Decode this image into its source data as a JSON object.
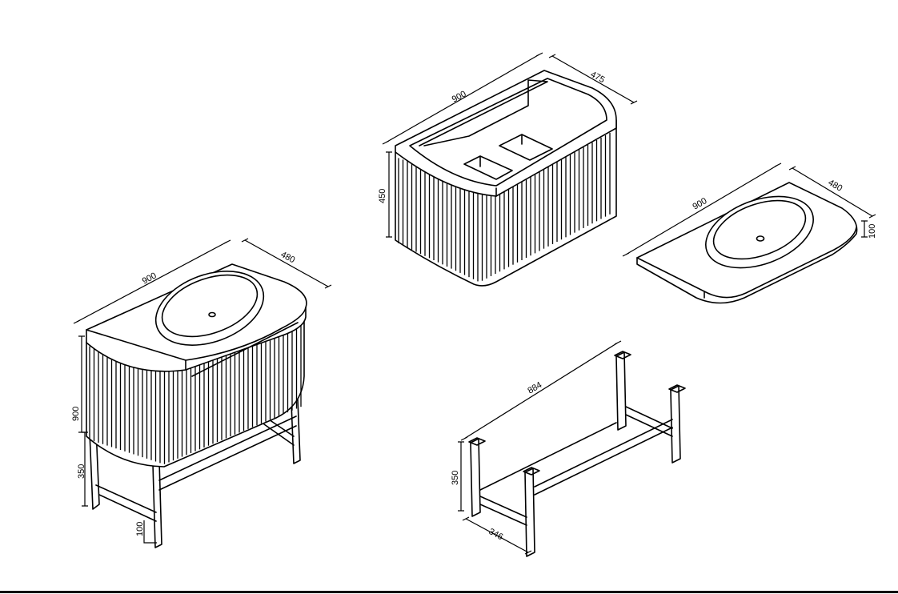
{
  "vanity_assembled": {
    "dim_width": "900",
    "dim_depth": "480",
    "dim_height": "900",
    "dim_leg": "350",
    "dim_foot": "100"
  },
  "cabinet": {
    "dim_width": "900",
    "dim_depth": "475",
    "dim_height": "450"
  },
  "countertop": {
    "dim_width": "900",
    "dim_depth": "480",
    "dim_thickness": "100"
  },
  "frame": {
    "dim_length": "884",
    "dim_height": "350",
    "dim_depth": "346"
  }
}
